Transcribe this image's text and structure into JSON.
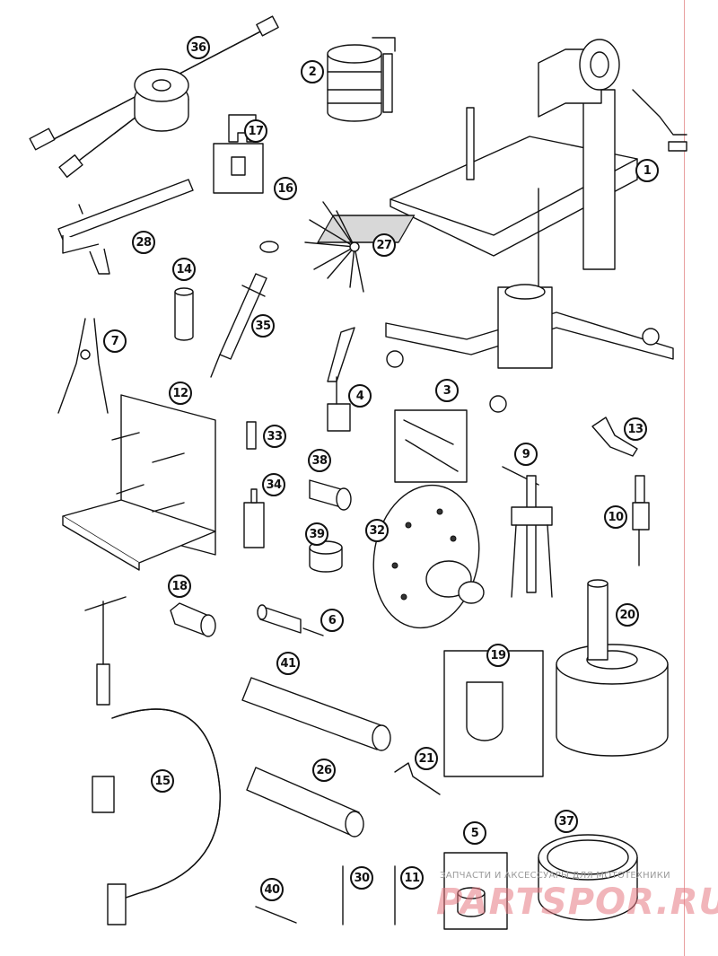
{
  "diagram": {
    "callouts": [
      {
        "id": "c1",
        "label": "1"
      },
      {
        "id": "c2",
        "label": "2"
      },
      {
        "id": "c3",
        "label": "3"
      },
      {
        "id": "c4",
        "label": "4"
      },
      {
        "id": "c5",
        "label": "5"
      },
      {
        "id": "c6",
        "label": "6"
      },
      {
        "id": "c7",
        "label": "7"
      },
      {
        "id": "c9",
        "label": "9"
      },
      {
        "id": "c10",
        "label": "10"
      },
      {
        "id": "c11",
        "label": "11"
      },
      {
        "id": "c12",
        "label": "12"
      },
      {
        "id": "c13",
        "label": "13"
      },
      {
        "id": "c14",
        "label": "14"
      },
      {
        "id": "c15",
        "label": "15"
      },
      {
        "id": "c16",
        "label": "16"
      },
      {
        "id": "c17",
        "label": "17"
      },
      {
        "id": "c18",
        "label": "18"
      },
      {
        "id": "c19",
        "label": "19"
      },
      {
        "id": "c20",
        "label": "20"
      },
      {
        "id": "c21",
        "label": "21"
      },
      {
        "id": "c26",
        "label": "26"
      },
      {
        "id": "c27",
        "label": "27"
      },
      {
        "id": "c28",
        "label": "28"
      },
      {
        "id": "c30",
        "label": "30"
      },
      {
        "id": "c32",
        "label": "32"
      },
      {
        "id": "c33",
        "label": "33"
      },
      {
        "id": "c34",
        "label": "34"
      },
      {
        "id": "c35",
        "label": "35"
      },
      {
        "id": "c36",
        "label": "36"
      },
      {
        "id": "c37",
        "label": "37"
      },
      {
        "id": "c38",
        "label": "38"
      },
      {
        "id": "c39",
        "label": "39"
      },
      {
        "id": "c40",
        "label": "40"
      },
      {
        "id": "c41",
        "label": "41"
      }
    ],
    "watermark": {
      "caption": "ЗАПЧАСТИ И АКСЕССУАРЫ ДЛЯ МОТОТЕХНИКИ",
      "logo": "PARTSPOR.RU"
    },
    "accent_color": "#e8a0a0"
  }
}
